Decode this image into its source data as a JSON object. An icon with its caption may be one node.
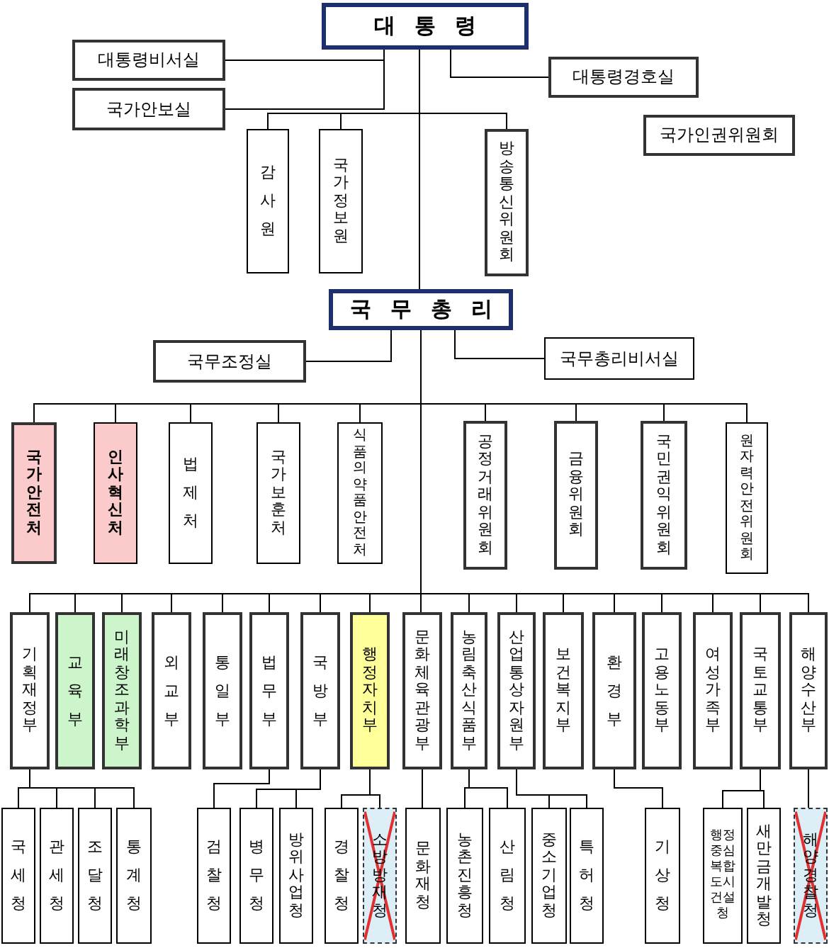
{
  "diagram": {
    "nodes": [
      {
        "text": [
          "대통령"
        ]
      },
      {
        "text": [
          "대통령비서실"
        ]
      },
      {
        "text": [
          "국가안보실"
        ]
      },
      {
        "text": [
          "대통령경호실"
        ]
      },
      {
        "text": [
          "국가인권위원회"
        ]
      },
      {
        "text": [
          "감사원"
        ]
      },
      {
        "text": [
          "국가정보원"
        ]
      },
      {
        "text": [
          "방송통신위원회"
        ]
      },
      {
        "text": [
          "국무총리"
        ]
      },
      {
        "text": [
          "국무조정실"
        ]
      },
      {
        "text": [
          "국무총리비서실"
        ]
      },
      {
        "text": [
          "국가안전처"
        ]
      },
      {
        "text": [
          "인사혁신처"
        ]
      },
      {
        "text": [
          "법제처"
        ]
      },
      {
        "text": [
          "국가보훈처"
        ]
      },
      {
        "text": [
          "식품의약품안전처"
        ]
      },
      {
        "text": [
          "공정거래위원회"
        ]
      },
      {
        "text": [
          "금융위원회"
        ]
      },
      {
        "text": [
          "국민권익위원회"
        ]
      },
      {
        "text": [
          "원자력안전위원회"
        ]
      },
      {
        "text": [
          "기획재정부"
        ]
      },
      {
        "text": [
          "교육부"
        ]
      },
      {
        "text": [
          "미래창조과학부"
        ]
      },
      {
        "text": [
          "외교부"
        ]
      },
      {
        "text": [
          "통일부"
        ]
      },
      {
        "text": [
          "법무부"
        ]
      },
      {
        "text": [
          "국방부"
        ]
      },
      {
        "text": [
          "행정자치부"
        ]
      },
      {
        "text": [
          "문화체육관광부"
        ]
      },
      {
        "text": [
          "농림축산식품부"
        ]
      },
      {
        "text": [
          "산업통상자원부"
        ]
      },
      {
        "text": [
          "보건복지부"
        ]
      },
      {
        "text": [
          "환경부"
        ]
      },
      {
        "text": [
          "고용노동부"
        ]
      },
      {
        "text": [
          "여성가족부"
        ]
      },
      {
        "text": [
          "국토교통부"
        ]
      },
      {
        "text": [
          "해양수산부"
        ]
      },
      {
        "text": [
          "국세청"
        ]
      },
      {
        "text": [
          "관세청"
        ]
      },
      {
        "text": [
          "조달청"
        ]
      },
      {
        "text": [
          "통계청"
        ]
      },
      {
        "text": [
          "검찰청"
        ]
      },
      {
        "text": [
          "병무청"
        ]
      },
      {
        "text": [
          "방위사업청"
        ]
      },
      {
        "text": [
          "경찰청"
        ]
      },
      {
        "text": [
          "소방방재청"
        ]
      },
      {
        "text": [
          "문화재청"
        ]
      },
      {
        "text": [
          "농촌진흥청"
        ]
      },
      {
        "text": [
          "산림청"
        ]
      },
      {
        "text": [
          "중소기업청"
        ]
      },
      {
        "text": [
          "특허청"
        ]
      },
      {
        "text": [
          "기상청"
        ]
      },
      {
        "text": [
          "행정중심복합도시건설청"
        ]
      },
      {
        "text": [
          "새만금개발청"
        ]
      },
      {
        "text": [
          "해양경찰청"
        ]
      }
    ],
    "edges": [
      {
        "from": 0,
        "to": 1,
        "arrow": "none"
      },
      {
        "from": 0,
        "to": 2,
        "arrow": "none"
      },
      {
        "from": 0,
        "to": 3,
        "arrow": "none"
      },
      {
        "from": 0,
        "to": 5,
        "arrow": "none"
      },
      {
        "from": 0,
        "to": 6,
        "arrow": "none"
      },
      {
        "from": 0,
        "to": 7,
        "arrow": "none"
      },
      {
        "from": 0,
        "to": 8,
        "arrow": "none"
      },
      {
        "from": 8,
        "to": 9,
        "arrow": "none"
      },
      {
        "from": 8,
        "to": 10,
        "arrow": "none"
      },
      {
        "from": 8,
        "to": 11,
        "arrow": "none"
      },
      {
        "from": 8,
        "to": 12,
        "arrow": "none"
      },
      {
        "from": 8,
        "to": 13,
        "arrow": "none"
      },
      {
        "from": 8,
        "to": 14,
        "arrow": "none"
      },
      {
        "from": 8,
        "to": 15,
        "arrow": "none"
      },
      {
        "from": 8,
        "to": 16,
        "arrow": "none"
      },
      {
        "from": 8,
        "to": 17,
        "arrow": "none"
      },
      {
        "from": 8,
        "to": 18,
        "arrow": "none"
      },
      {
        "from": 8,
        "to": 19,
        "arrow": "none"
      },
      {
        "from": 8,
        "to": 20,
        "arrow": "none"
      },
      {
        "from": 8,
        "to": 21,
        "arrow": "none"
      },
      {
        "from": 8,
        "to": 22,
        "arrow": "none"
      },
      {
        "from": 8,
        "to": 23,
        "arrow": "none"
      },
      {
        "from": 8,
        "to": 24,
        "arrow": "none"
      },
      {
        "from": 8,
        "to": 25,
        "arrow": "none"
      },
      {
        "from": 8,
        "to": 26,
        "arrow": "none"
      },
      {
        "from": 8,
        "to": 27,
        "arrow": "none"
      },
      {
        "from": 8,
        "to": 28,
        "arrow": "none"
      },
      {
        "from": 8,
        "to": 29,
        "arrow": "none"
      },
      {
        "from": 8,
        "to": 30,
        "arrow": "none"
      },
      {
        "from": 8,
        "to": 31,
        "arrow": "none"
      },
      {
        "from": 8,
        "to": 32,
        "arrow": "none"
      },
      {
        "from": 8,
        "to": 33,
        "arrow": "none"
      },
      {
        "from": 8,
        "to": 34,
        "arrow": "none"
      },
      {
        "from": 8,
        "to": 35,
        "arrow": "none"
      },
      {
        "from": 8,
        "to": 36,
        "arrow": "none"
      },
      {
        "from": 20,
        "to": 37,
        "arrow": "none"
      },
      {
        "from": 20,
        "to": 38,
        "arrow": "none"
      },
      {
        "from": 20,
        "to": 39,
        "arrow": "none"
      },
      {
        "from": 20,
        "to": 40,
        "arrow": "none"
      },
      {
        "from": 25,
        "to": 41,
        "arrow": "none"
      },
      {
        "from": 26,
        "to": 42,
        "arrow": "none"
      },
      {
        "from": 26,
        "to": 43,
        "arrow": "none"
      },
      {
        "from": 27,
        "to": 44,
        "arrow": "none"
      },
      {
        "from": 27,
        "to": 45,
        "arrow": "none"
      },
      {
        "from": 28,
        "to": 46,
        "arrow": "none"
      },
      {
        "from": 29,
        "to": 47,
        "arrow": "none"
      },
      {
        "from": 29,
        "to": 48,
        "arrow": "none"
      },
      {
        "from": 30,
        "to": 49,
        "arrow": "none"
      },
      {
        "from": 30,
        "to": 50,
        "arrow": "none"
      },
      {
        "from": 32,
        "to": 51,
        "arrow": "none"
      },
      {
        "from": 35,
        "to": 52,
        "arrow": "none"
      },
      {
        "from": 35,
        "to": 53,
        "arrow": "none"
      },
      {
        "from": 36,
        "to": 54,
        "arrow": "none"
      }
    ]
  }
}
